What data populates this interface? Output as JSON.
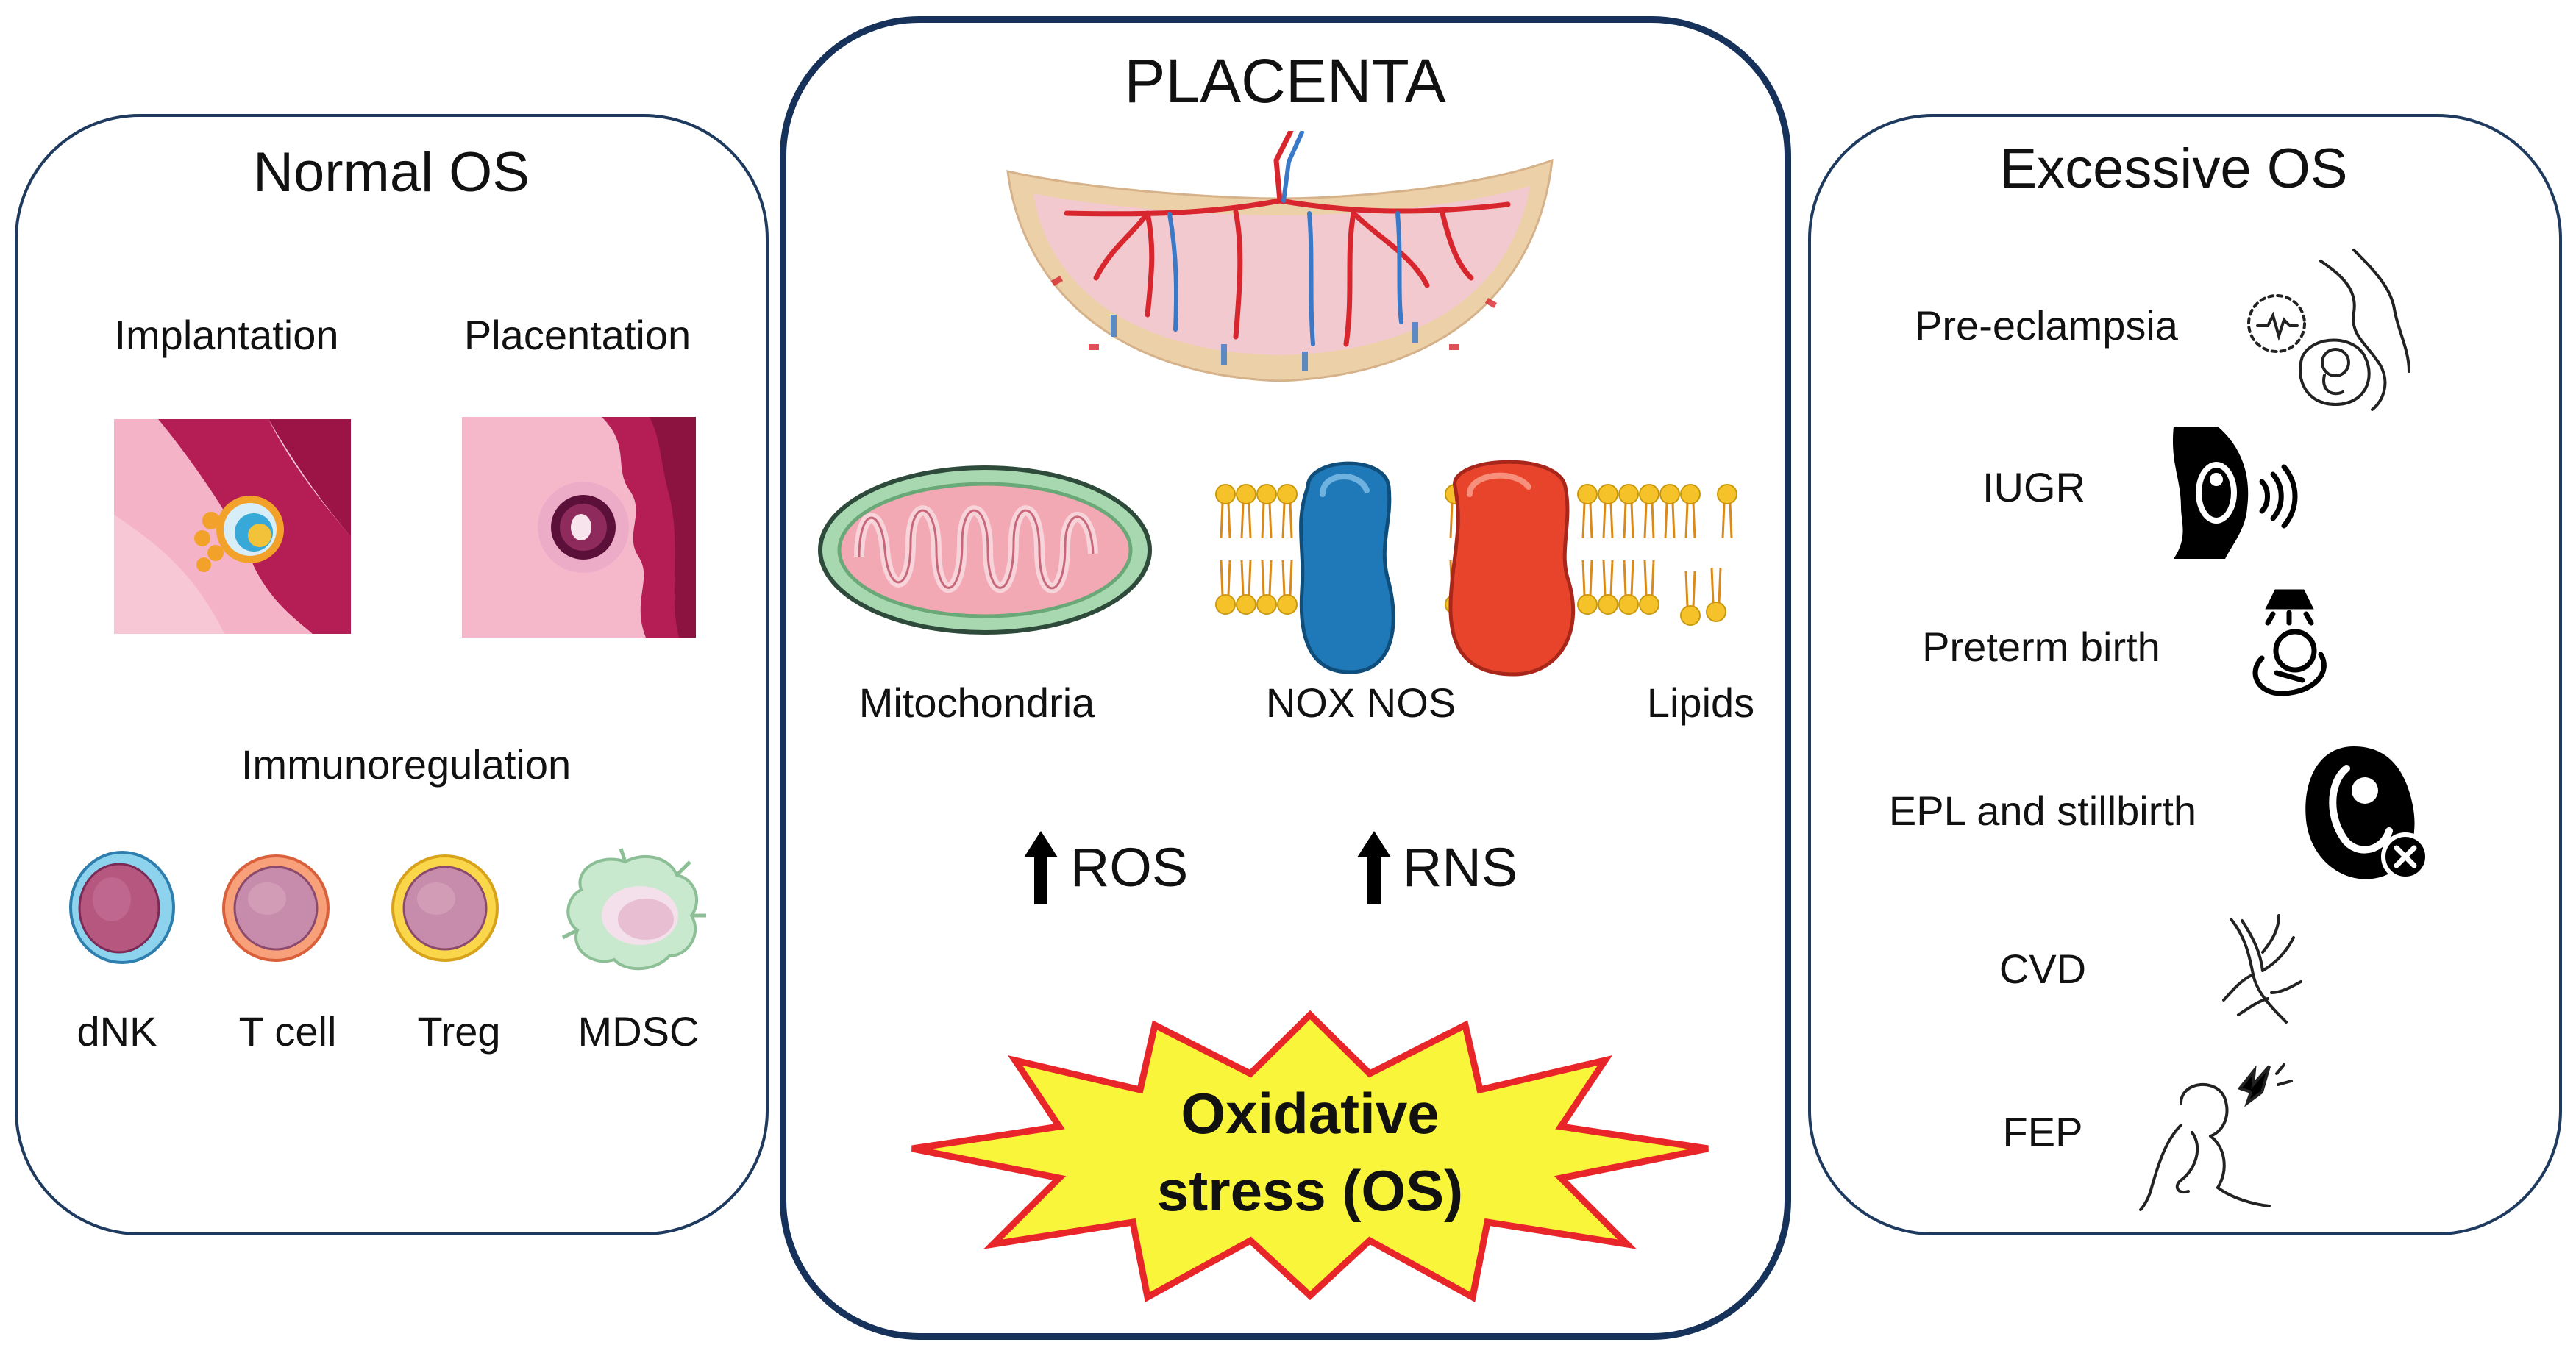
{
  "left_panel": {
    "title": "Normal OS",
    "implantation": "Implantation",
    "placentation": "Placentation",
    "immunoregulation": "Immunoregulation",
    "cells": [
      "dNK",
      "T cell",
      "Treg",
      "MDSC"
    ]
  },
  "center_panel": {
    "title": "PLACENTA",
    "sources": [
      "Mitochondria",
      "NOX NOS",
      "Lipids"
    ],
    "ros": "ROS",
    "rns": "RNS",
    "star_line1": "Oxidative",
    "star_line2": "stress (OS)"
  },
  "right_panel": {
    "title": "Excessive OS",
    "outcomes": [
      "Pre-eclampsia",
      "IUGR",
      "Preterm birth",
      "EPL and stillbirth",
      "CVD",
      "FEP"
    ]
  },
  "colors": {
    "panel_border": "#17325a",
    "star_fill": "#f8f53a",
    "star_outline": "#e8262a",
    "nox_blue": "#1f78b8",
    "nos_red": "#e8442c",
    "vessel_red": "#d8262e",
    "vessel_blue": "#3a78c8"
  }
}
